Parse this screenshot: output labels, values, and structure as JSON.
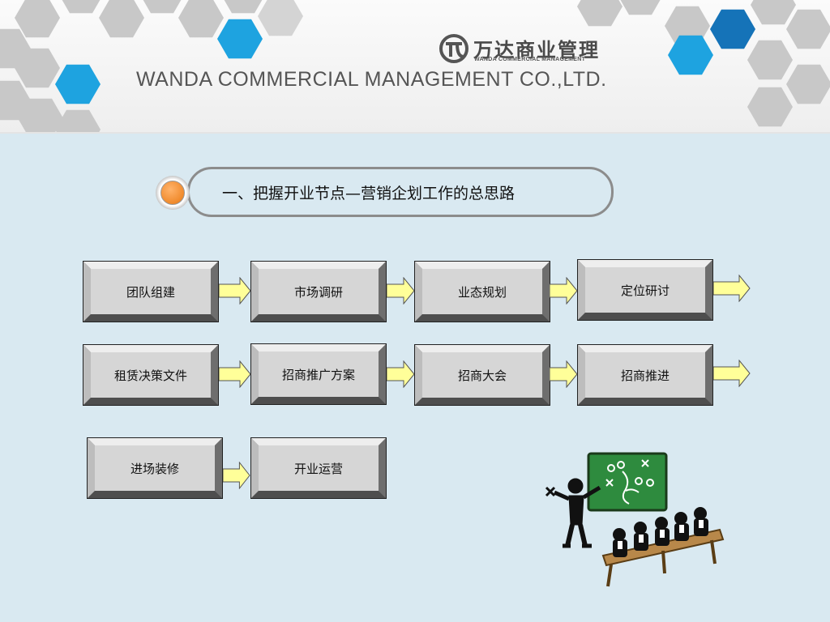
{
  "header": {
    "company_en": "WANDA COMMERCIAL MANAGEMENT CO.,LTD.",
    "logo_cn": "万达商业管理",
    "logo_en": "WANDA COMMERCIAL MANAGEMENT"
  },
  "title": "一、把握开业节点—营销企划工作的总思路",
  "steps": [
    "团队组建",
    "市场调研",
    "业态规划",
    "定位研讨",
    "租赁决策文件",
    "招商推广方案",
    "招商大会",
    "招商推进",
    "进场装修",
    "开业运营"
  ],
  "colors": {
    "hex_blue": "#1ea3e0",
    "hex_gray": "#c8c8c8",
    "arrow_fill": "#ffff99",
    "bullet_orange": "#f08a2c",
    "board_green": "#2e8b3e"
  },
  "icons": [
    "wanda-logo-icon",
    "orange-bullet-icon",
    "coach-blackboard-clipart"
  ]
}
